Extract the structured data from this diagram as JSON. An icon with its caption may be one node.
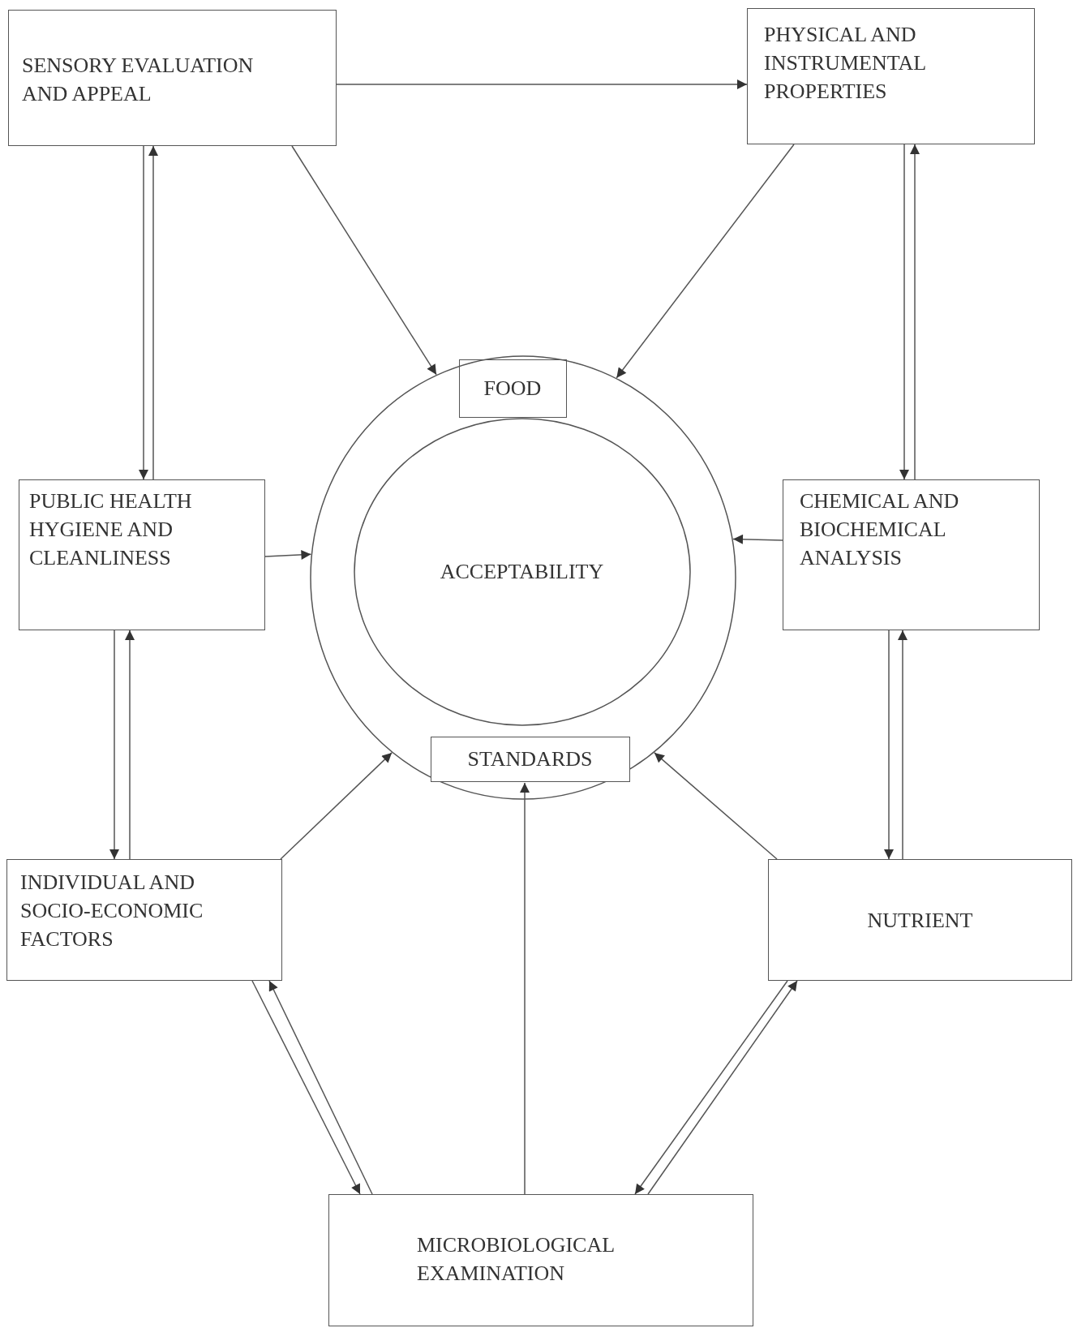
{
  "diagram": {
    "nodes": [
      {
        "text": [
          "SENSORY EVALUATION AND APPEAL"
        ]
      },
      {
        "text": [
          "PHYSICAL AND INSTRUMENTAL PROPERTIES"
        ]
      },
      {
        "text": [],
        "shape": "circle"
      },
      {
        "text": [
          "FOOD"
        ],
        "in": 2
      },
      {
        "text": [
          "ACCEPTABILITY"
        ],
        "in": 2
      },
      {
        "text": [
          "STANDARDS"
        ],
        "in": 2
      },
      {
        "text": [
          "PUBLIC HEALTH HYGIENE AND CLEANLINESS"
        ]
      },
      {
        "text": [
          "CHEMICAL AND BIOCHEMICAL ANALYSIS"
        ]
      },
      {
        "text": [
          "INDIVIDUAL AND SOCIO-ECONOMIC FACTORS"
        ]
      },
      {
        "text": [
          "NUTRIENT"
        ]
      },
      {
        "text": [
          "MICROBIOLOGICAL EXAMINATION"
        ]
      }
    ],
    "edges": [
      {
        "from": 0,
        "to": 1,
        "arrow": "to"
      },
      {
        "from": 0,
        "to": 2,
        "arrow": "to"
      },
      {
        "from": 1,
        "to": 2,
        "arrow": "to"
      },
      {
        "from": 0,
        "to": 6,
        "arrow": "to"
      },
      {
        "from": 6,
        "to": 0,
        "arrow": "to"
      },
      {
        "from": 1,
        "to": 7,
        "arrow": "to"
      },
      {
        "from": 7,
        "to": 1,
        "arrow": "to"
      },
      {
        "from": 6,
        "to": 2,
        "arrow": "to"
      },
      {
        "from": 7,
        "to": 2,
        "arrow": "to"
      },
      {
        "from": 6,
        "to": 8,
        "arrow": "to"
      },
      {
        "from": 8,
        "to": 6,
        "arrow": "to"
      },
      {
        "from": 7,
        "to": 9,
        "arrow": "to"
      },
      {
        "from": 9,
        "to": 7,
        "arrow": "to"
      },
      {
        "from": 8,
        "to": 2,
        "arrow": "to"
      },
      {
        "from": 9,
        "to": 2,
        "arrow": "to"
      },
      {
        "from": 10,
        "to": 5,
        "arrow": "to"
      },
      {
        "from": 8,
        "to": 10,
        "arrow": "to"
      },
      {
        "from": 10,
        "to": 8,
        "arrow": "to"
      },
      {
        "from": 9,
        "to": 10,
        "arrow": "to"
      },
      {
        "from": 10,
        "to": 9,
        "arrow": "to"
      }
    ]
  }
}
